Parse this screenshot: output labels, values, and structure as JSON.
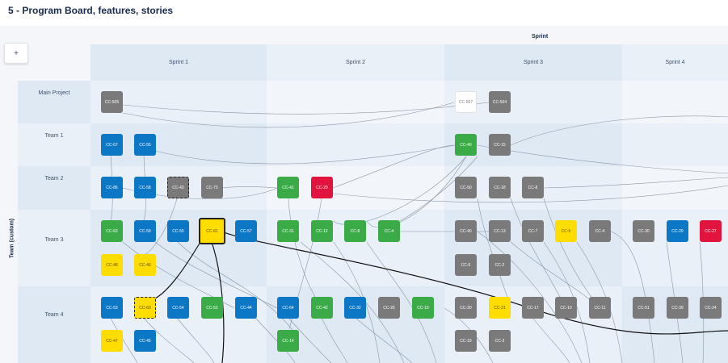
{
  "page": {
    "title": "5 - Program Board, features, stories"
  },
  "toolbar": {
    "add_label": "+"
  },
  "axes": {
    "top": "Sprint",
    "left": "Team (custom)"
  },
  "sprints": [
    "Sprint 1",
    "Sprint 2",
    "Sprint 3",
    "Sprint 4"
  ],
  "teams": [
    "Main Project",
    "Team 1",
    "Team 2",
    "Team 3",
    "Team 4"
  ],
  "cards": [
    {
      "id": "CC-505",
      "color": "gray"
    },
    {
      "id": "CC-507",
      "color": "white"
    },
    {
      "id": "CC-504",
      "color": "gray"
    },
    {
      "id": "CC-67",
      "color": "blue"
    },
    {
      "id": "CC-55",
      "color": "blue"
    },
    {
      "id": "CC-40",
      "color": "green"
    },
    {
      "id": "CC-15",
      "color": "gray"
    },
    {
      "id": "CC-86",
      "color": "blue"
    },
    {
      "id": "CC-58",
      "color": "blue"
    },
    {
      "id": "CC-43",
      "color": "gray",
      "style": "dashed"
    },
    {
      "id": "CC-73",
      "color": "gray"
    },
    {
      "id": "CC-41",
      "color": "green"
    },
    {
      "id": "CC-20",
      "color": "red"
    },
    {
      "id": "CC-50",
      "color": "gray"
    },
    {
      "id": "CC-18",
      "color": "gray"
    },
    {
      "id": "CC-8",
      "color": "gray"
    },
    {
      "id": "CC-63",
      "color": "green"
    },
    {
      "id": "CC-59",
      "color": "blue"
    },
    {
      "id": "CC-55",
      "color": "blue"
    },
    {
      "id": "CC-61",
      "color": "yellow",
      "style": "bold"
    },
    {
      "id": "CC-57",
      "color": "blue"
    },
    {
      "id": "CC-31",
      "color": "green"
    },
    {
      "id": "CC-12",
      "color": "green"
    },
    {
      "id": "CC-8",
      "color": "green"
    },
    {
      "id": "CC-4",
      "color": "green"
    },
    {
      "id": "CC-40",
      "color": "gray"
    },
    {
      "id": "CC-13",
      "color": "gray"
    },
    {
      "id": "CC-7",
      "color": "gray"
    },
    {
      "id": "CC-5",
      "color": "yellow"
    },
    {
      "id": "CC-4",
      "color": "gray"
    },
    {
      "id": "CC-30",
      "color": "gray"
    },
    {
      "id": "CC-29",
      "color": "blue"
    },
    {
      "id": "CC-27",
      "color": "red"
    },
    {
      "id": "CC-48",
      "color": "yellow"
    },
    {
      "id": "CC-46",
      "color": "yellow"
    },
    {
      "id": "CC-6",
      "color": "gray"
    },
    {
      "id": "CC-2",
      "color": "gray"
    },
    {
      "id": "CC-53",
      "color": "blue"
    },
    {
      "id": "CC-60",
      "color": "yellow",
      "style": "dashed"
    },
    {
      "id": "CC-54",
      "color": "blue"
    },
    {
      "id": "CC-52",
      "color": "green"
    },
    {
      "id": "CC-44",
      "color": "blue"
    },
    {
      "id": "CC-64",
      "color": "blue"
    },
    {
      "id": "CC-42",
      "color": "green"
    },
    {
      "id": "CC-32",
      "color": "blue"
    },
    {
      "id": "CC-26",
      "color": "gray"
    },
    {
      "id": "CC-19",
      "color": "green"
    },
    {
      "id": "CC-20",
      "color": "gray"
    },
    {
      "id": "CC-21",
      "color": "yellow"
    },
    {
      "id": "CC-17",
      "color": "gray"
    },
    {
      "id": "CC-10",
      "color": "gray"
    },
    {
      "id": "CC-11",
      "color": "gray"
    },
    {
      "id": "CC-51",
      "color": "gray"
    },
    {
      "id": "CC-39",
      "color": "gray"
    },
    {
      "id": "CC-24",
      "color": "gray"
    },
    {
      "id": "CC-47",
      "color": "yellow"
    },
    {
      "id": "CC-45",
      "color": "blue"
    },
    {
      "id": "CC-14",
      "color": "green"
    },
    {
      "id": "CC-19",
      "color": "gray"
    },
    {
      "id": "CC-3",
      "color": "gray"
    }
  ]
}
